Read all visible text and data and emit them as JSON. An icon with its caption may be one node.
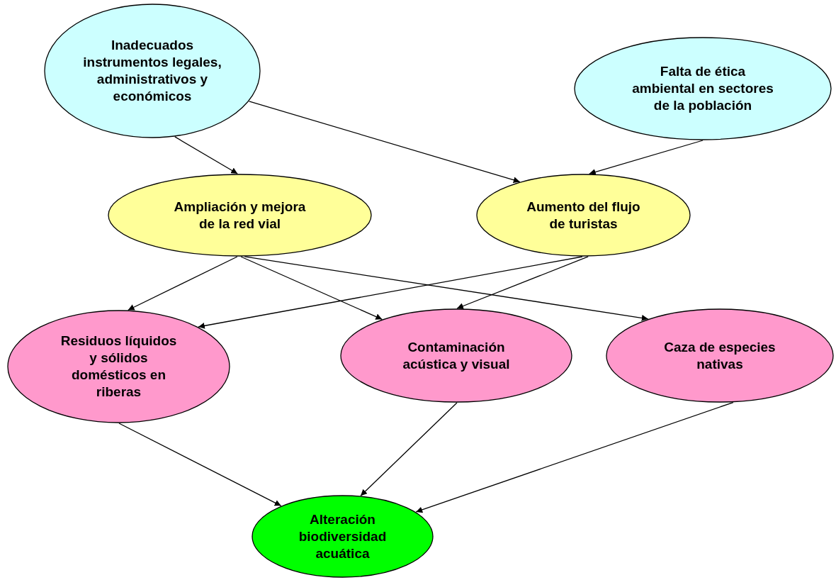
{
  "diagram": {
    "nodes": [
      {
        "text": [
          "Inadecuados instrumentos legales, administrativos y económicos"
        ]
      },
      {
        "text": [
          "Falta de ética ambiental en sectores de la población"
        ]
      },
      {
        "text": [
          "Ampliación y mejora de la red vial"
        ]
      },
      {
        "text": [
          "Aumento del flujo de turistas"
        ]
      },
      {
        "text": [
          "Residuos líquidos y sólidos domésticos en riberas"
        ]
      },
      {
        "text": [
          "Contaminación acústica y visual"
        ]
      },
      {
        "text": [
          "Caza de especies nativas"
        ]
      },
      {
        "text": [
          "Alteración biodiversidad acuática"
        ]
      }
    ],
    "edges": [
      {
        "from": 0,
        "to": 2,
        "arrow": "to"
      },
      {
        "from": 0,
        "to": 3,
        "arrow": "to"
      },
      {
        "from": 1,
        "to": 3,
        "arrow": "to"
      },
      {
        "from": 2,
        "to": 4,
        "arrow": "to"
      },
      {
        "from": 2,
        "to": 5,
        "arrow": "to"
      },
      {
        "from": 2,
        "to": 6,
        "arrow": "to"
      },
      {
        "from": 3,
        "to": 4,
        "arrow": "to"
      },
      {
        "from": 3,
        "to": 5,
        "arrow": "to"
      },
      {
        "from": 4,
        "to": 7,
        "arrow": "to"
      },
      {
        "from": 5,
        "to": 7,
        "arrow": "to"
      },
      {
        "from": 6,
        "to": 7,
        "arrow": "to"
      }
    ]
  }
}
